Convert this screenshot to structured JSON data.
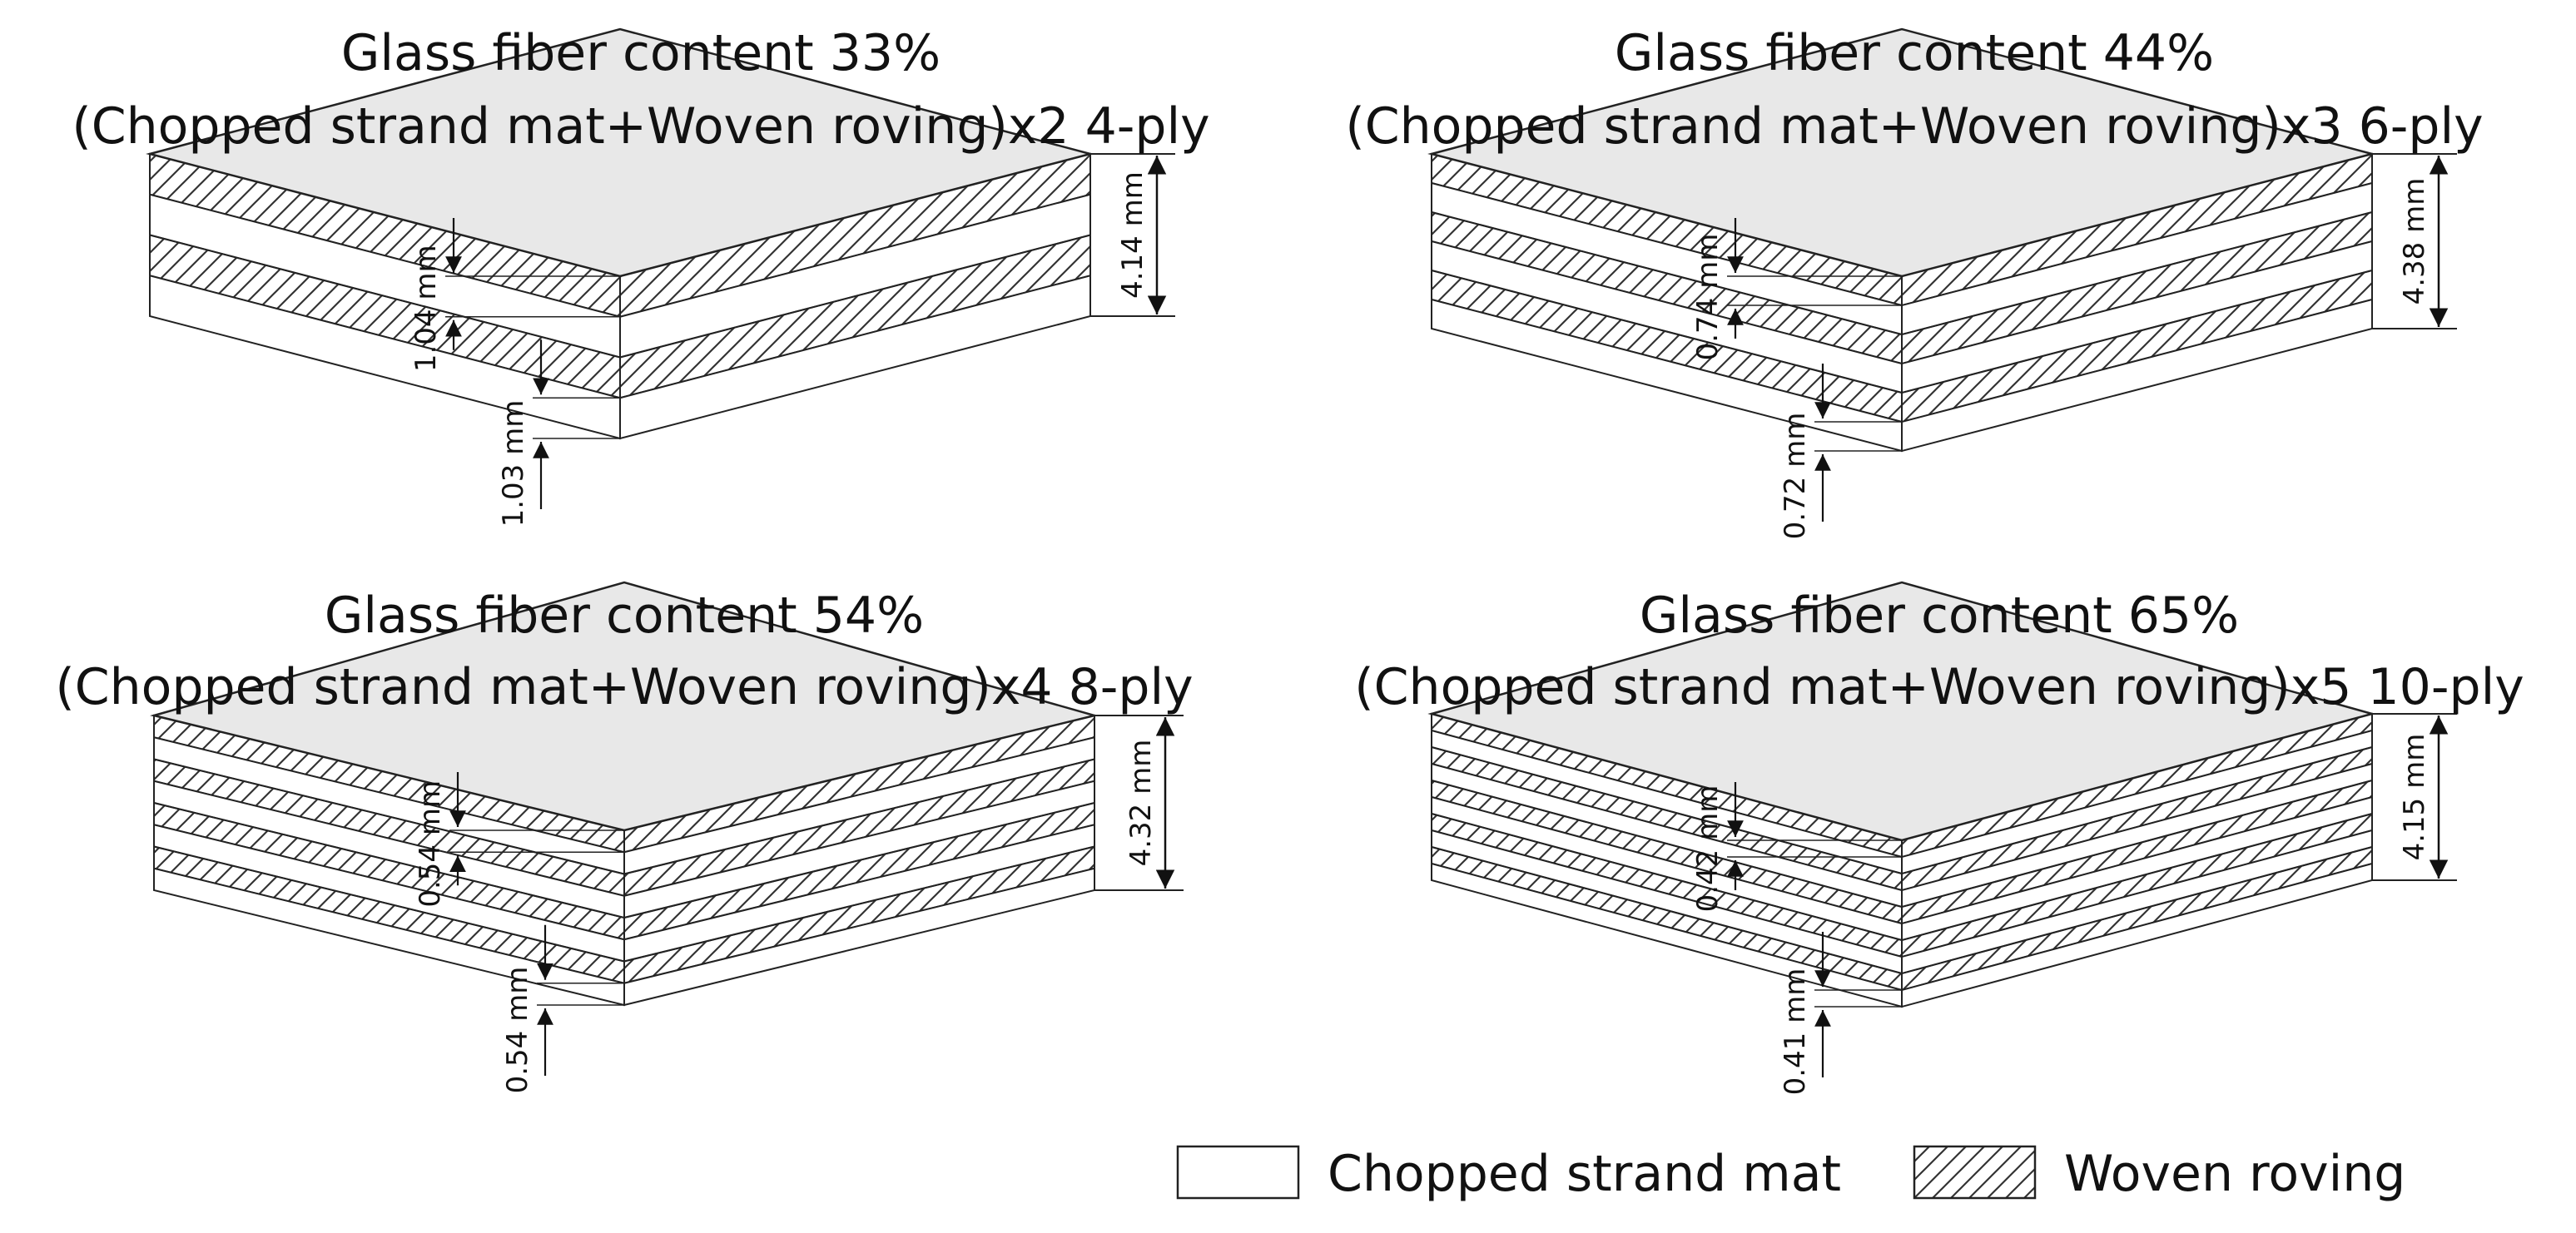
{
  "panels": [
    {
      "title_line1": "Glass fiber content 33%",
      "title_line2": "(Chopped strand mat+Woven roving)x2 4-ply",
      "total_label": "4.14 mm",
      "woven_label": "1.04 mm",
      "mat_label": "1.03 mm",
      "plies": 4
    },
    {
      "title_line1": "Glass fiber content 44%",
      "title_line2": "(Chopped strand mat+Woven roving)x3 6-ply",
      "total_label": "4.38 mm",
      "woven_label": "0.74 mm",
      "mat_label": "0.72 mm",
      "plies": 6
    },
    {
      "title_line1": "Glass fiber content 54%",
      "title_line2": "(Chopped strand mat+Woven roving)x4 8-ply",
      "total_label": "4.32 mm",
      "woven_label": "0.54 mm",
      "mat_label": "0.54 mm",
      "plies": 8
    },
    {
      "title_line1": "Glass fiber content 65%",
      "title_line2": "(Chopped strand mat+Woven roving)x5 10-ply",
      "total_label": "4.15 mm",
      "woven_label": "0.42 mm",
      "mat_label": "0.41 mm",
      "plies": 10
    }
  ],
  "legend": {
    "mat_label": "Chopped strand mat",
    "woven_label": "Woven roving"
  },
  "colors": {
    "top_face": "#e8e8e8",
    "line": "#222222",
    "hatch": "#333333"
  }
}
